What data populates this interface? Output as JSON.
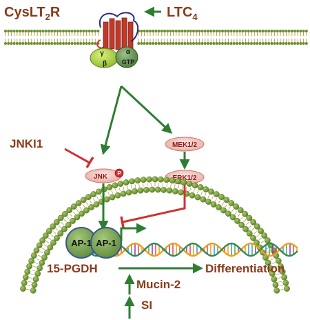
{
  "receptor": {
    "name": "CysLT",
    "sub": "2",
    "suffix": "R"
  },
  "ligand": {
    "name": "LTC",
    "sub": "4"
  },
  "g_protein": {
    "gamma": "γ",
    "beta": "β",
    "alpha": "α",
    "gtp": "GTP"
  },
  "inhibitor": "JNKI1",
  "kinases": {
    "mek": "MEK1/2",
    "jnk": "JNK",
    "erk": "ERK1/2",
    "phospho": "P"
  },
  "transcription": {
    "ap1_left": "AP-1",
    "ap1_right": "AP-1"
  },
  "outputs": {
    "pgdh": "15-PGDH",
    "differentiation": "Differentiation",
    "mucin": "Mucin-2",
    "si": "SI"
  },
  "colors": {
    "label_brown": "#8B3A1A",
    "arrow_green": "#2E7D32",
    "inhibit_red": "#D32F2F",
    "membrane_green": "#6A8F2A",
    "receptor_red": "#C0392B",
    "ap1_fill": "#7BA05B",
    "kinase_fill": "#F4C6C0"
  }
}
